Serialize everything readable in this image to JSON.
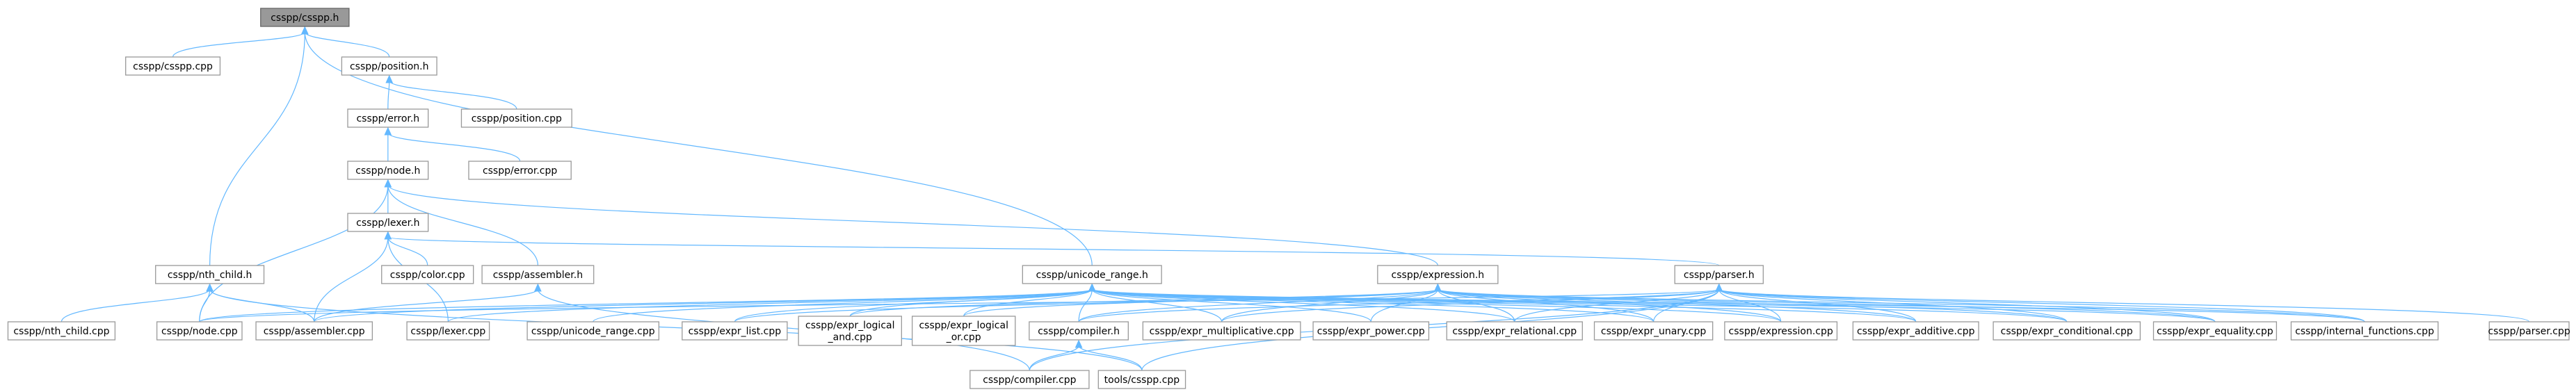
{
  "graph": {
    "nodes": [
      {
        "id": "n0",
        "label": "csspp/csspp.h",
        "root": true
      },
      {
        "id": "n1",
        "label": "csspp/csspp.cpp"
      },
      {
        "id": "n2",
        "label": "csspp/position.h"
      },
      {
        "id": "n3",
        "label": "csspp/position.cpp"
      },
      {
        "id": "n4",
        "label": "csspp/error.h"
      },
      {
        "id": "n5",
        "label": "csspp/error.cpp"
      },
      {
        "id": "n6",
        "label": "csspp/node.h"
      },
      {
        "id": "n7",
        "label": "csspp/lexer.h"
      },
      {
        "id": "n8",
        "label": "csspp/color.cpp"
      },
      {
        "id": "n9",
        "label": "csspp/assembler.h"
      },
      {
        "id": "n10",
        "label": "csspp/nth_child.h"
      },
      {
        "id": "n11",
        "label": "csspp/nth_child.cpp"
      },
      {
        "id": "n12",
        "label": "csspp/node.cpp"
      },
      {
        "id": "n13",
        "label": "csspp/assembler.cpp"
      },
      {
        "id": "n14",
        "label": "csspp/lexer.cpp"
      },
      {
        "id": "n15",
        "label": "csspp/unicode_range.h"
      },
      {
        "id": "n16",
        "label": "csspp/unicode_range.cpp"
      },
      {
        "id": "n17",
        "label": "csspp/expr_list.cpp"
      },
      {
        "id": "n18",
        "label": [
          "csspp/expr_logical",
          "_and.cpp"
        ]
      },
      {
        "id": "n19",
        "label": [
          "csspp/expr_logical",
          "_or.cpp"
        ]
      },
      {
        "id": "n20",
        "label": "csspp/compiler.h"
      },
      {
        "id": "n21",
        "label": "csspp/expr_multiplicative.cpp"
      },
      {
        "id": "n22",
        "label": "csspp/expression.h"
      },
      {
        "id": "n23",
        "label": "csspp/expr_power.cpp"
      },
      {
        "id": "n24",
        "label": "csspp/expr_relational.cpp"
      },
      {
        "id": "n25",
        "label": "csspp/expr_unary.cpp"
      },
      {
        "id": "n26",
        "label": "csspp/parser.h"
      },
      {
        "id": "n27",
        "label": "csspp/expression.cpp"
      },
      {
        "id": "n28",
        "label": "csspp/expr_additive.cpp"
      },
      {
        "id": "n29",
        "label": "csspp/expr_conditional.cpp"
      },
      {
        "id": "n30",
        "label": "csspp/expr_equality.cpp"
      },
      {
        "id": "n31",
        "label": "csspp/internal_functions.cpp"
      },
      {
        "id": "n32",
        "label": "csspp/parser.cpp"
      },
      {
        "id": "n33",
        "label": "csspp/compiler.cpp"
      },
      {
        "id": "n34",
        "label": "tools/csspp.cpp"
      }
    ],
    "edges": [
      [
        "n1",
        "n0"
      ],
      [
        "n2",
        "n0"
      ],
      [
        "n10",
        "n0"
      ],
      [
        "n15",
        "n0"
      ],
      [
        "n3",
        "n2"
      ],
      [
        "n4",
        "n2"
      ],
      [
        "n5",
        "n4"
      ],
      [
        "n6",
        "n4"
      ],
      [
        "n7",
        "n6"
      ],
      [
        "n9",
        "n6"
      ],
      [
        "n12",
        "n6"
      ],
      [
        "n22",
        "n6"
      ],
      [
        "n8",
        "n7"
      ],
      [
        "n13",
        "n7"
      ],
      [
        "n14",
        "n7"
      ],
      [
        "n26",
        "n7"
      ],
      [
        "n13",
        "n9"
      ],
      [
        "n33",
        "n9"
      ],
      [
        "n11",
        "n10"
      ],
      [
        "n12",
        "n10"
      ],
      [
        "n13",
        "n10"
      ],
      [
        "n34",
        "n10"
      ],
      [
        "n12",
        "n15"
      ],
      [
        "n13",
        "n15"
      ],
      [
        "n14",
        "n15"
      ],
      [
        "n16",
        "n15"
      ],
      [
        "n17",
        "n15"
      ],
      [
        "n18",
        "n15"
      ],
      [
        "n19",
        "n15"
      ],
      [
        "n20",
        "n15"
      ],
      [
        "n21",
        "n15"
      ],
      [
        "n23",
        "n15"
      ],
      [
        "n24",
        "n15"
      ],
      [
        "n25",
        "n15"
      ],
      [
        "n27",
        "n15"
      ],
      [
        "n28",
        "n15"
      ],
      [
        "n29",
        "n15"
      ],
      [
        "n30",
        "n15"
      ],
      [
        "n31",
        "n15"
      ],
      [
        "n17",
        "n22"
      ],
      [
        "n18",
        "n22"
      ],
      [
        "n19",
        "n22"
      ],
      [
        "n20",
        "n22"
      ],
      [
        "n21",
        "n22"
      ],
      [
        "n23",
        "n22"
      ],
      [
        "n24",
        "n22"
      ],
      [
        "n25",
        "n22"
      ],
      [
        "n27",
        "n22"
      ],
      [
        "n28",
        "n22"
      ],
      [
        "n29",
        "n22"
      ],
      [
        "n30",
        "n22"
      ],
      [
        "n31",
        "n22"
      ],
      [
        "n12",
        "n26"
      ],
      [
        "n20",
        "n26"
      ],
      [
        "n21",
        "n26"
      ],
      [
        "n24",
        "n26"
      ],
      [
        "n25",
        "n26"
      ],
      [
        "n27",
        "n26"
      ],
      [
        "n28",
        "n26"
      ],
      [
        "n29",
        "n26"
      ],
      [
        "n30",
        "n26"
      ],
      [
        "n31",
        "n26"
      ],
      [
        "n32",
        "n26"
      ],
      [
        "n33",
        "n26"
      ],
      [
        "n34",
        "n26"
      ],
      [
        "n33",
        "n20"
      ],
      [
        "n34",
        "n20"
      ]
    ]
  }
}
